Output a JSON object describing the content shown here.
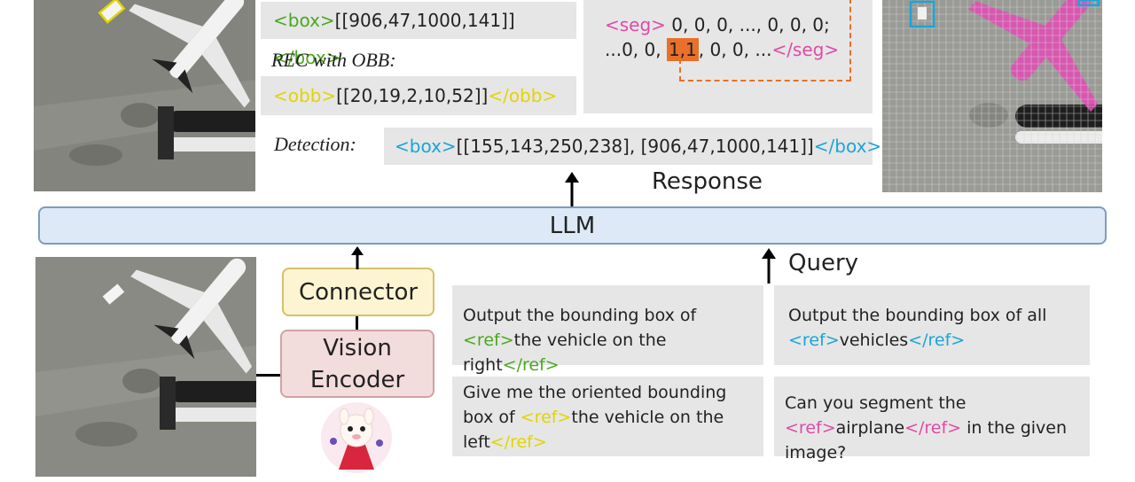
{
  "response": {
    "box_green": {
      "open": "<box>",
      "value": "[[906,47,1000,141]]",
      "close": "</box>"
    },
    "rec_obb_label": "REC with OBB:",
    "obb_yellow": {
      "open": "<obb>",
      "value": "[[20,19,2,10,52]]",
      "close": "</obb>"
    },
    "seg": {
      "open": "<seg>",
      "line1_rest": " 0, 0, 0, ..., 0, 0, 0;",
      "line2_pre": "...0, 0, ",
      "highlight": "1,1",
      "line2_post": ", 0, 0, ...",
      "close": "</seg>"
    },
    "detection_label": "Detection:",
    "detection_box": {
      "open": "<box>",
      "value": "[[155,143,250,238], [906,47,1000,141]]",
      "close": "</box>"
    },
    "caption": "Response"
  },
  "llm_label": "LLM",
  "query_label": "Query",
  "connector_label": "Connector",
  "vision_encoder_label_line1": "Vision",
  "vision_encoder_label_line2": "Encoder",
  "queries": [
    {
      "pre": "Output the bounding box of ",
      "ref_open": "<ref>",
      "mid": "the vehicle on the right",
      "ref_close": "</ref>",
      "post": ""
    },
    {
      "pre": "Output the bounding box of all ",
      "ref_open": "<ref>",
      "mid": "vehicles",
      "ref_close": "</ref>",
      "post": ""
    },
    {
      "pre": "Give me the oriented bounding box of ",
      "ref_open": "<ref>",
      "mid": "the vehicle on the left",
      "ref_close": "</ref>",
      "post": ""
    },
    {
      "pre": "Can you segment the ",
      "ref_open": "<ref>",
      "mid": "airplane",
      "ref_close": "</ref>",
      "post": " in the given image?"
    }
  ],
  "colors": {
    "llm_fill": "#dde9f6",
    "llm_border": "#7d9cbc",
    "connector_fill": "#fdf5d2",
    "connector_border": "#d6c06a",
    "encoder_fill": "#f3dcdc",
    "encoder_border": "#cfa3a3",
    "green": "#4aa81f",
    "blue": "#1aa5d8",
    "pink": "#e04aa8",
    "yellow": "#e3d400",
    "seg_highlight": "#e8702a"
  }
}
